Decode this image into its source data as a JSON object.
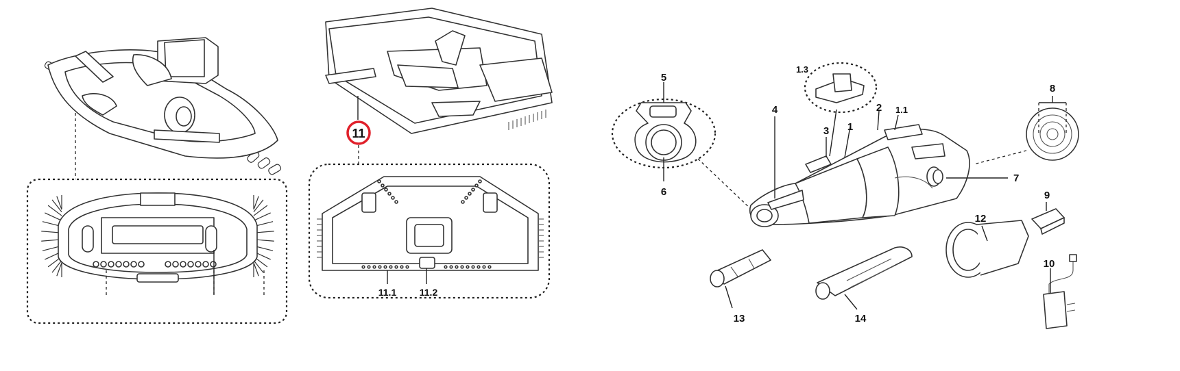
{
  "colors": {
    "line": "#333333",
    "highlight": "#e0202a",
    "background": "#ffffff"
  },
  "callouts": {
    "c11": "11",
    "c11_1": "11.1",
    "c11_2": "11.2",
    "c1": "1",
    "c1_1": "1.1",
    "c1_3": "1.3",
    "c2": "2",
    "c3": "3",
    "c4": "4",
    "c5": "5",
    "c6": "6",
    "c7": "7",
    "c8": "8",
    "c9": "9",
    "c10": "10",
    "c12": "12",
    "c13": "13",
    "c14": "14"
  }
}
